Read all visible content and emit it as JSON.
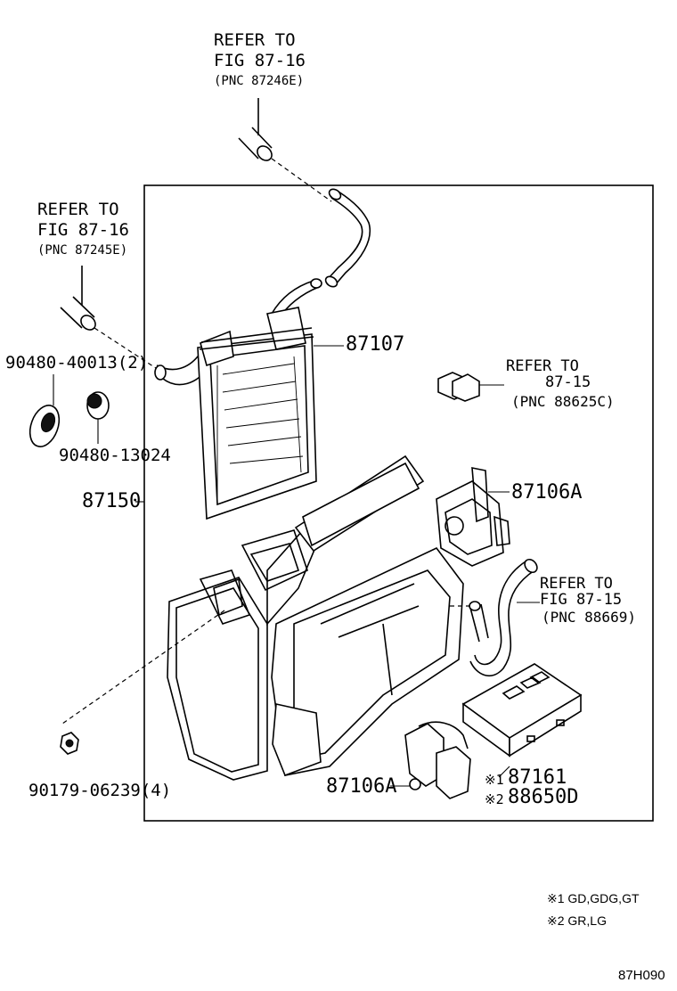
{
  "refs": {
    "top": {
      "line1": "REFER TO",
      "line2": "FIG 87-16",
      "pnc": "(PNC 87246E)"
    },
    "left": {
      "line1": "REFER TO",
      "line2": "FIG 87-16",
      "pnc": "(PNC 87245E)"
    },
    "right_upper": {
      "line1": "REFER TO",
      "line2": "87-15",
      "pnc": "(PNC 88625C)"
    },
    "right_lower": {
      "line1": "REFER TO",
      "line2": "FIG 87-15",
      "pnc": "(PNC 88669)"
    }
  },
  "parts": {
    "p87107": "87107",
    "p9048040013": "90480-40013(2)",
    "p9048013024": "90480-13024",
    "p87150": "87150",
    "p87106a_upper": "87106A",
    "p87106a_lower": "87106A",
    "p9017906239": "90179-06239(4)",
    "p87161_mark": "※1",
    "p87161": "87161",
    "p88650d_mark": "※2",
    "p88650d": "88650D"
  },
  "notes": {
    "note1": "※1 GD,GDG,GT",
    "note2": "※2 GR,LG"
  },
  "diagram_code": "87H090"
}
